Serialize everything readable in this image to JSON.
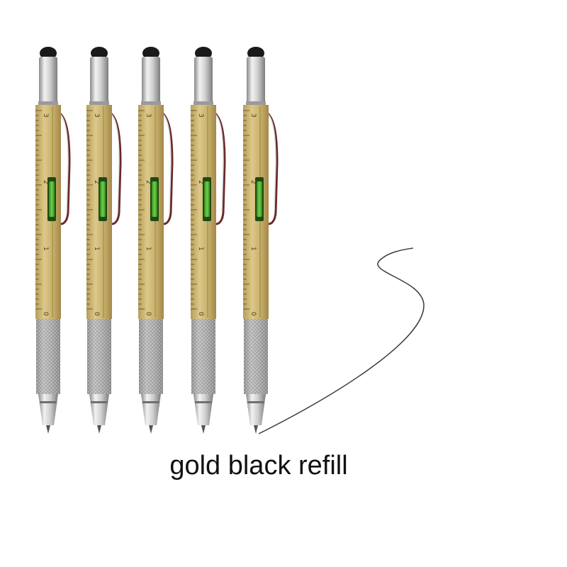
{
  "product": {
    "caption": "gold black refill",
    "pen_count": 5,
    "ruler_numbers": [
      "3",
      "2",
      "1",
      "0"
    ],
    "colors": {
      "body": "#c9b36f",
      "body_shadow": "#a8904e",
      "chrome": "#c8c8c8",
      "stylus": "#1a1a1a",
      "level_bubble": "#3fae2a",
      "ink_line": "#3a3a3a"
    }
  }
}
